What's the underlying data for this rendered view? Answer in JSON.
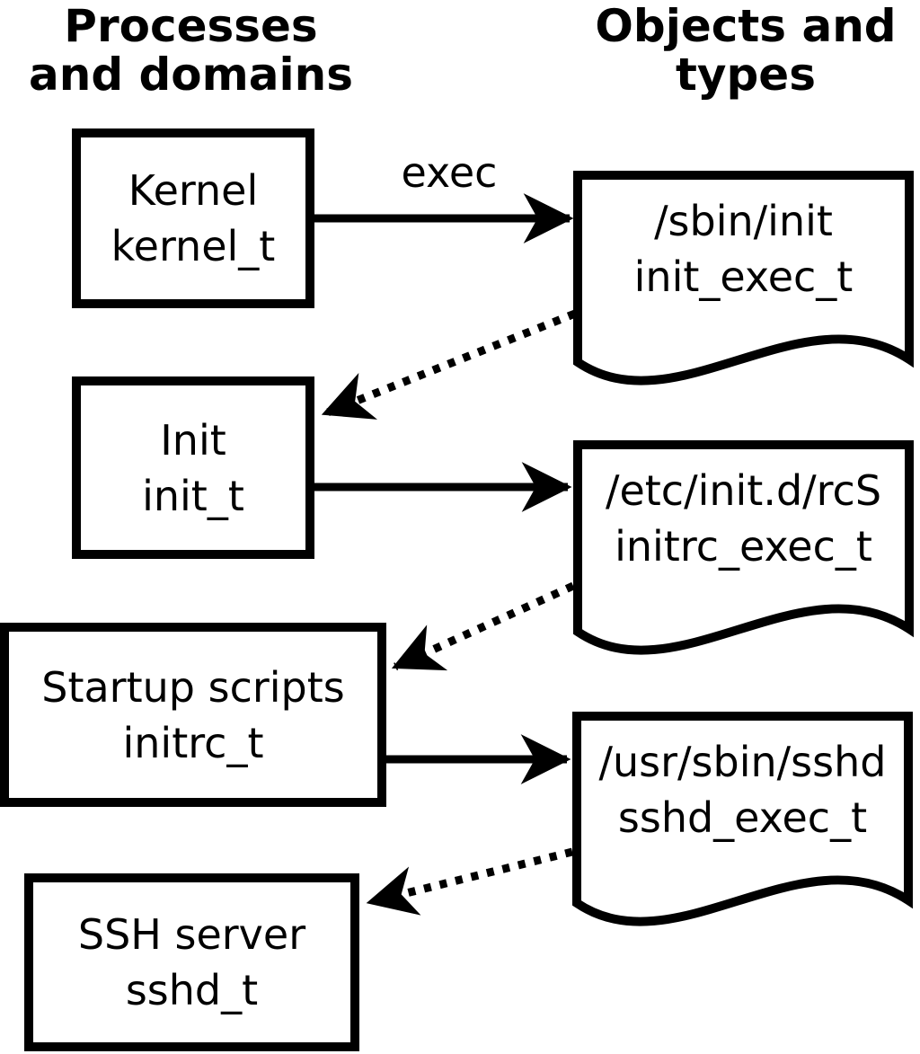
{
  "headers": {
    "left": {
      "line1": "Processes",
      "line2": "and domains"
    },
    "right": {
      "line1": "Objects and",
      "line2": "types"
    }
  },
  "processes": [
    {
      "label": "Kernel",
      "domain": "kernel_t"
    },
    {
      "label": "Init",
      "domain": "init_t"
    },
    {
      "label": "Startup scripts",
      "domain": "initrc_t"
    },
    {
      "label": "SSH server",
      "domain": "sshd_t"
    }
  ],
  "objects": [
    {
      "path": "/sbin/init",
      "type": "init_exec_t"
    },
    {
      "path": "/etc/init.d/rcS",
      "type": "initrc_exec_t"
    },
    {
      "path": "/usr/sbin/sshd",
      "type": "sshd_exec_t"
    }
  ],
  "arrows": {
    "exec_label": "exec",
    "solid": [
      {
        "from": "Kernel",
        "to": "/sbin/init"
      },
      {
        "from": "Init",
        "to": "/etc/init.d/rcS"
      },
      {
        "from": "Startup scripts",
        "to": "/usr/sbin/sshd"
      }
    ],
    "dotted": [
      {
        "from": "/sbin/init",
        "to": "Init"
      },
      {
        "from": "/etc/init.d/rcS",
        "to": "Startup scripts"
      },
      {
        "from": "/usr/sbin/sshd",
        "to": "SSH server"
      }
    ]
  },
  "colors": {
    "ink": "#000000",
    "background": "#ffffff"
  }
}
